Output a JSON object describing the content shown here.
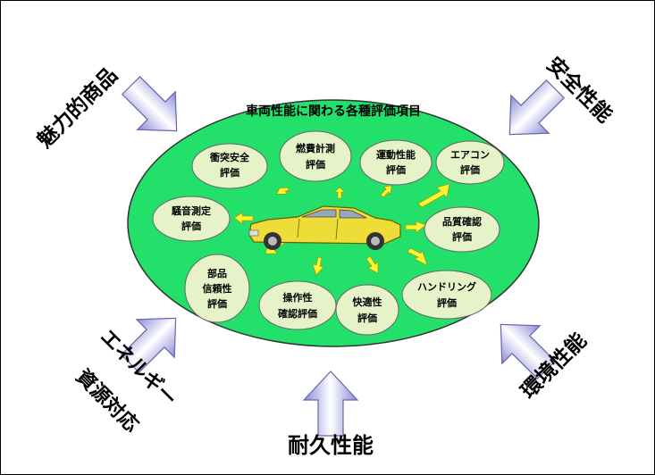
{
  "center": {
    "title": "車両性能に関わる各種評価項目",
    "colors": {
      "ellipse": "#22E06A",
      "bubble": "#E6F2C8",
      "arrow": "#FFF22E",
      "car": "#EEDD38"
    },
    "bubbles": [
      {
        "id": "shototsu",
        "lines": [
          "衝突安全",
          "評価"
        ]
      },
      {
        "id": "nenpi",
        "lines": [
          "燃費計測",
          "評価"
        ]
      },
      {
        "id": "undo",
        "lines": [
          "運動性能",
          "評価"
        ]
      },
      {
        "id": "aircon",
        "lines": [
          "エアコン",
          "評価"
        ]
      },
      {
        "id": "soon",
        "lines": [
          "騒音測定",
          "評価"
        ]
      },
      {
        "id": "hinshitsu",
        "lines": [
          "品質確認",
          "評価"
        ]
      },
      {
        "id": "buhin",
        "lines": [
          "部品",
          "信頼性",
          "評価"
        ]
      },
      {
        "id": "sosa",
        "lines": [
          "操作性",
          "確認評価"
        ]
      },
      {
        "id": "kaiteki",
        "lines": [
          "快適性",
          "評価"
        ]
      },
      {
        "id": "handling",
        "lines": [
          "ハンドリング",
          "評価"
        ]
      }
    ]
  },
  "outer_labels": {
    "miryoku": "魅力的商品",
    "anzen": "安全性能",
    "energy_1": "エネルギー",
    "energy_2": "資源対応",
    "kankyo": "環境性能",
    "taikyu": "耐久性能"
  }
}
